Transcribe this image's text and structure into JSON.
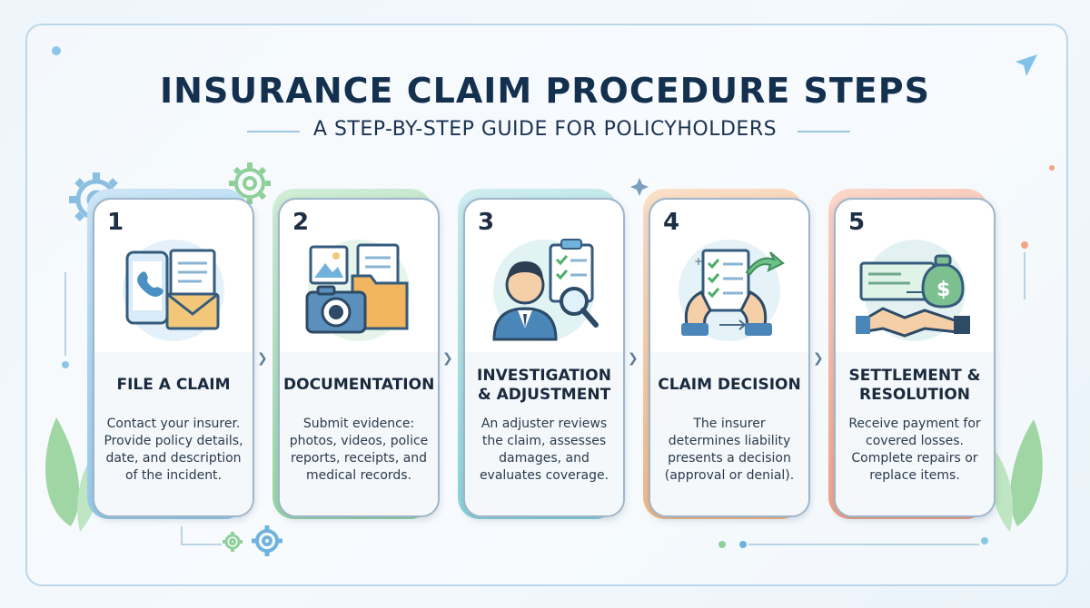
{
  "title": "INSURANCE CLAIM PROCEDURE STEPS",
  "subtitle": "A STEP-BY-STEP GUIDE FOR POLICYHOLDERS",
  "colors": {
    "accent_blue": "#7fc3e8",
    "accent_green": "#8fd3a0",
    "accent_teal": "#7fd0d6",
    "accent_orange": "#f3b27a",
    "accent_coral": "#f29a7e",
    "title_navy": "#14304f"
  },
  "steps": [
    {
      "number": "1",
      "title": "FILE A CLAIM",
      "description": "Contact your insurer. Provide policy details, date, and description of the incident.",
      "icon": "phone-document-envelope-icon"
    },
    {
      "number": "2",
      "title": "DOCUMENTATION",
      "description": "Submit evidence: photos, videos, police reports, receipts, and medical records.",
      "icon": "camera-folder-photo-icon"
    },
    {
      "number": "3",
      "title": "INVESTIGATION & ADJUSTMENT",
      "description": "An adjuster reviews the claim, assesses damages, and evaluates coverage.",
      "icon": "adjuster-clipboard-magnifier-icon"
    },
    {
      "number": "4",
      "title": "CLAIM DECISION",
      "description": "The insurer determines liability presents a decision (approval or denial).",
      "icon": "checklist-decision-icon"
    },
    {
      "number": "5",
      "title": "SETTLEMENT & RESOLUTION",
      "description": "Receive payment for covered losses. Complete repairs or replace items.",
      "icon": "check-money-handshake-icon"
    }
  ],
  "connector_icon": "chevron-right-icon"
}
